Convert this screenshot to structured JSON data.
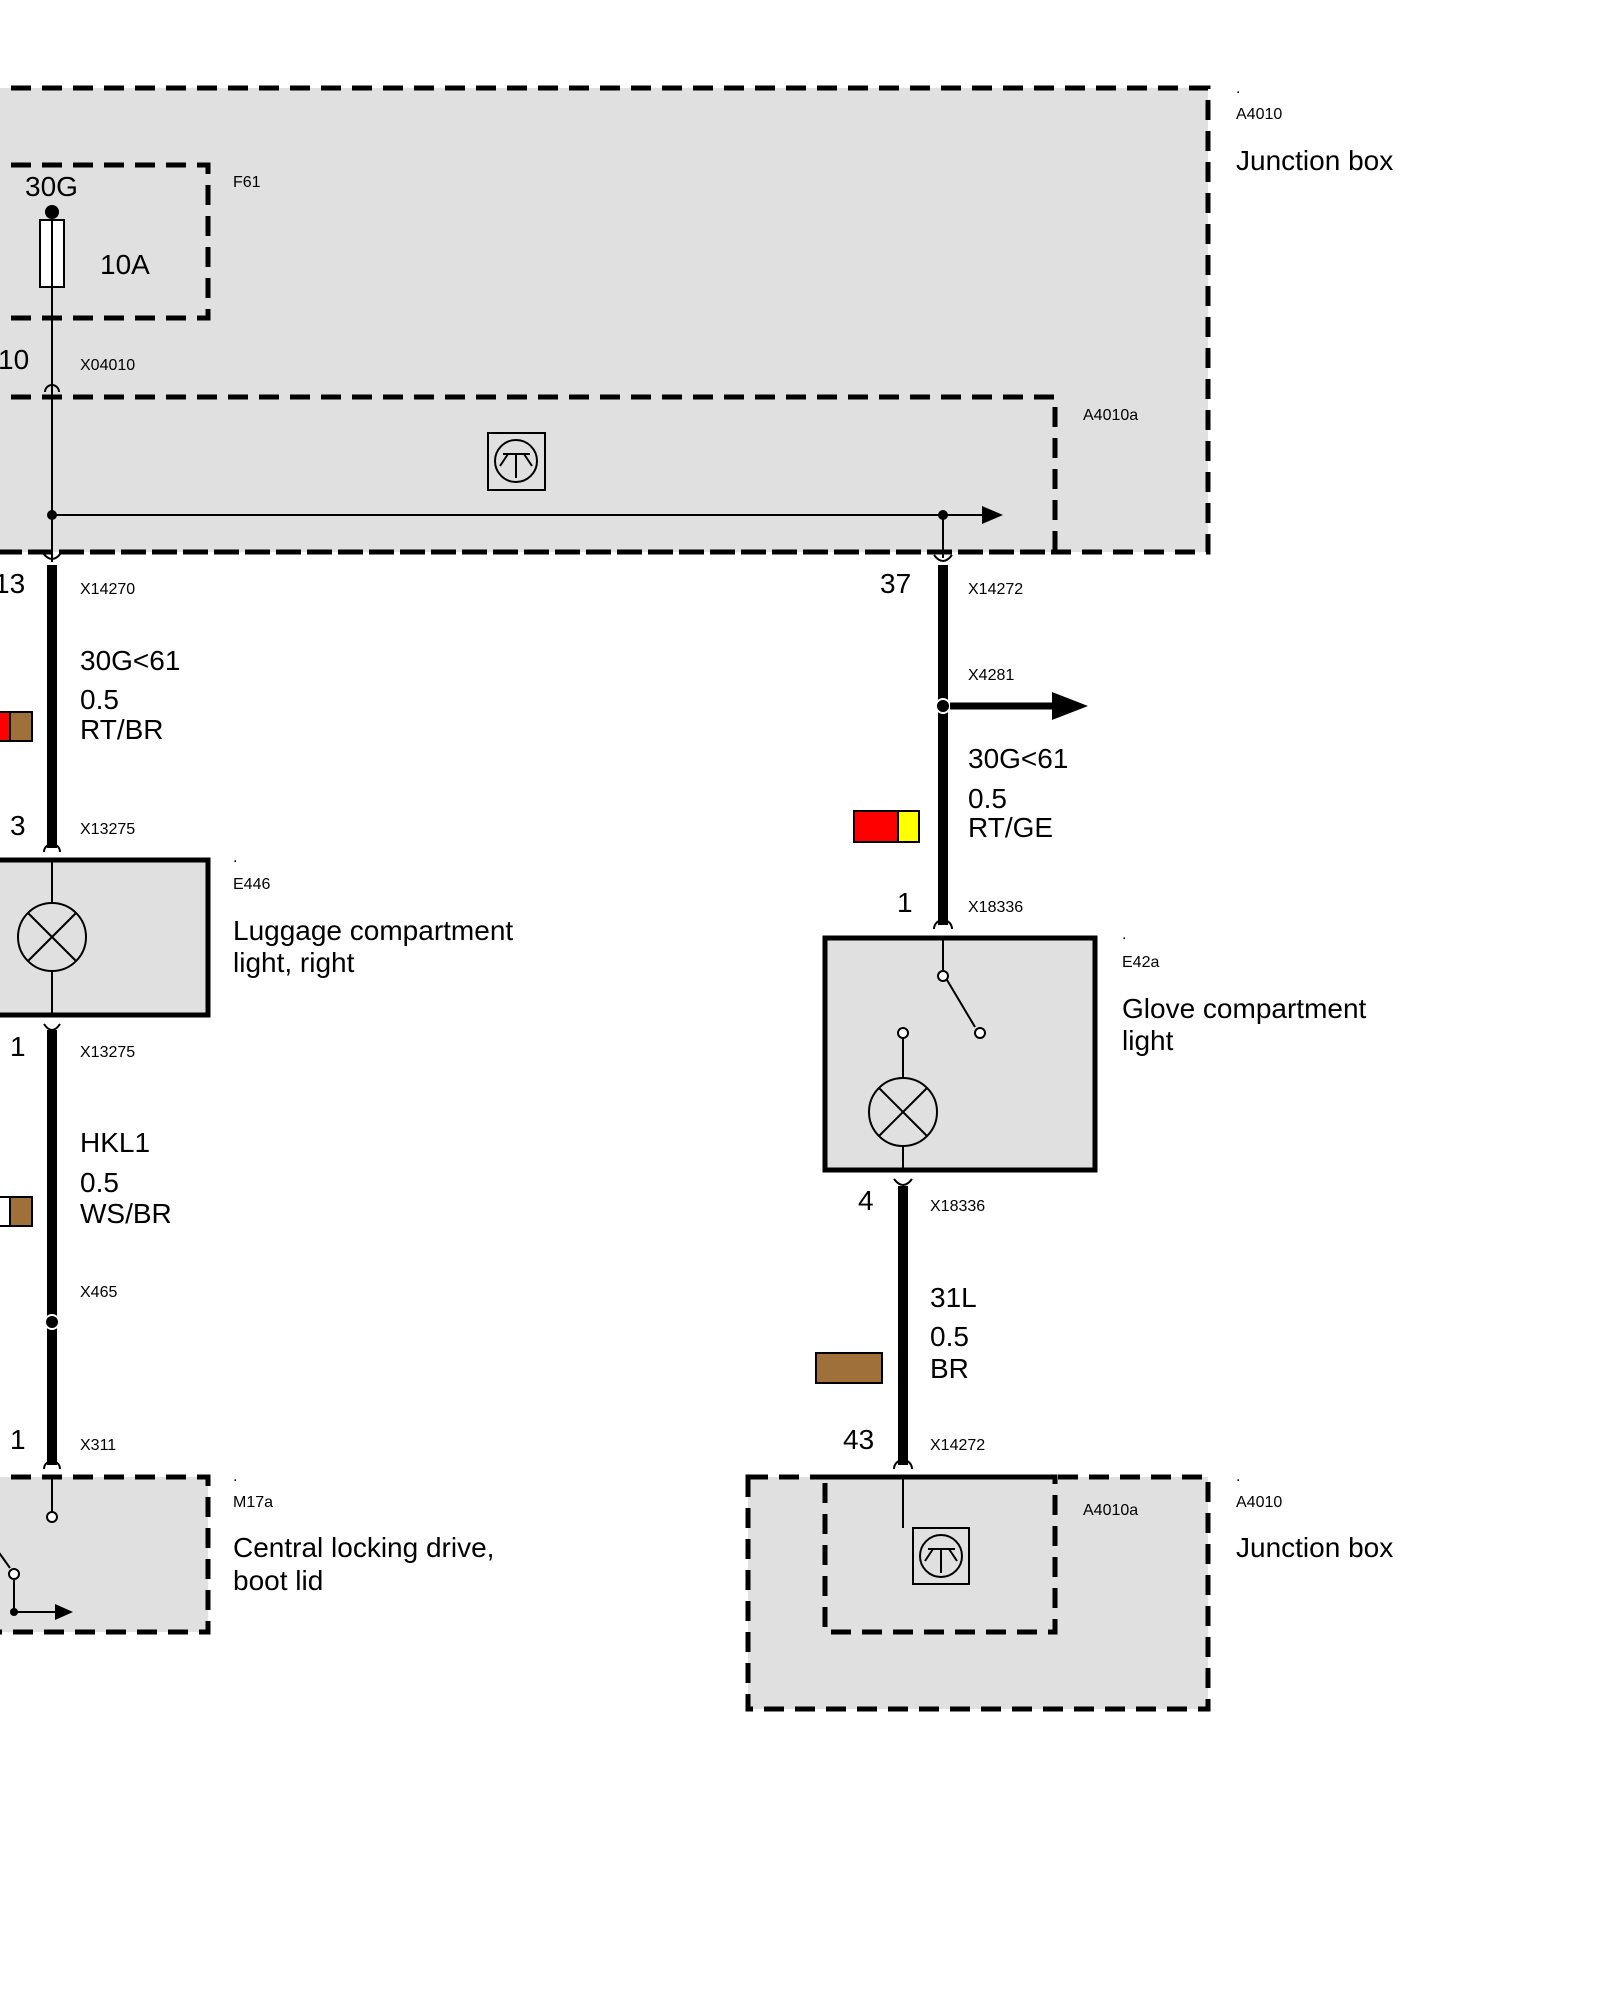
{
  "components": {
    "junction_box_top": {
      "dot": ".",
      "id": "A4010",
      "name": "Junction box"
    },
    "fuse_box": {
      "id": "F61",
      "terminal": "30G",
      "rating": "10A"
    },
    "fuse_connector": {
      "pin": "10",
      "connector": "X04010"
    },
    "electronics_module_top": {
      "id": "A4010a"
    },
    "luggage_light": {
      "dot": ".",
      "id": "E446",
      "name_line1": "Luggage compartment",
      "name_line2": "light, right"
    },
    "glove_light": {
      "dot": ".",
      "id": "E42a",
      "name_line1": "Glove compartment",
      "name_line2": "light"
    },
    "central_locking": {
      "dot": ".",
      "id": "M17a",
      "name_line1": "Central locking drive,",
      "name_line2": "boot lid"
    },
    "junction_box_bottom": {
      "dot": ".",
      "id": "A4010",
      "name": "Junction box"
    },
    "electronics_module_bottom": {
      "id": "A4010a"
    }
  },
  "connectors": {
    "left_top": {
      "pin": "13",
      "connector": "X14270"
    },
    "left_mid_top": {
      "pin": "3",
      "connector": "X13275"
    },
    "left_mid_bottom": {
      "pin": "1",
      "connector": "X13275"
    },
    "left_splice": {
      "connector": "X465"
    },
    "left_bottom": {
      "pin": "1",
      "connector": "X311"
    },
    "right_top": {
      "pin": "37",
      "connector": "X14272"
    },
    "right_splice": {
      "connector": "X4281"
    },
    "right_light_top": {
      "pin": "1",
      "connector": "X18336"
    },
    "right_light_bottom": {
      "pin": "4",
      "connector": "X18336"
    },
    "right_bottom": {
      "pin": "43",
      "connector": "X14272"
    }
  },
  "wires": {
    "left_upper": {
      "signal": "30G<61",
      "cross_section": "0.5",
      "color_code": "RT/BR",
      "colors": [
        "#ff0000",
        "#a0703a"
      ]
    },
    "left_lower": {
      "signal": "HKL1",
      "cross_section": "0.5",
      "color_code": "WS/BR",
      "colors": [
        "#ffffff",
        "#a0703a"
      ]
    },
    "right_upper": {
      "signal": "30G<61",
      "cross_section": "0.5",
      "color_code": "RT/GE",
      "colors": [
        "#ff0000",
        "#ffff00"
      ]
    },
    "right_lower": {
      "signal": "31L",
      "cross_section": "0.5",
      "color_code": "BR",
      "colors": [
        "#a0703a"
      ]
    }
  }
}
